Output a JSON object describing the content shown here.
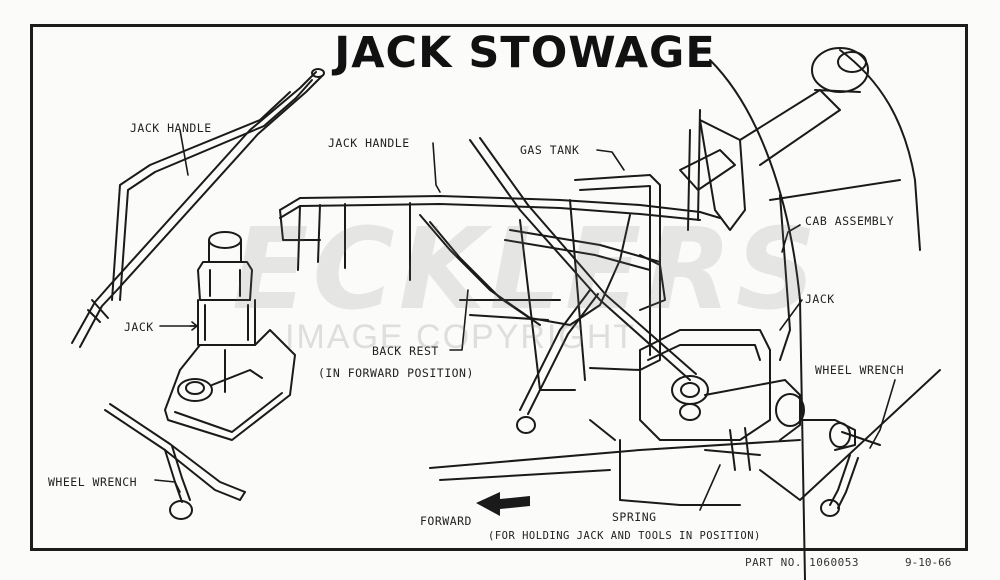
{
  "title": "JACK STOWAGE",
  "labels": {
    "jack_handle_left": "JACK HANDLE",
    "jack_handle_center": "JACK HANDLE",
    "gas_tank": "GAS TANK",
    "cab_assembly": "CAB ASSEMBLY",
    "jack_left": "JACK",
    "jack_right": "JACK",
    "back_rest_line1": "BACK REST",
    "back_rest_line2": "(IN FORWARD POSITION)",
    "wheel_wrench_right": "WHEEL WRENCH",
    "wheel_wrench_left": "WHEEL WRENCH",
    "forward": "FORWARD",
    "spring": "SPRING",
    "spring_note": "(FOR HOLDING JACK AND TOOLS IN POSITION)"
  },
  "watermark": {
    "brand": "ECKLERS",
    "line2": "IMAGE COPYRIGHT"
  },
  "footer": {
    "part_no": "PART NO. 1060053",
    "date": "9-10-66"
  },
  "colors": {
    "ink": "#1a1a1a",
    "paper": "#fbfbfa"
  }
}
